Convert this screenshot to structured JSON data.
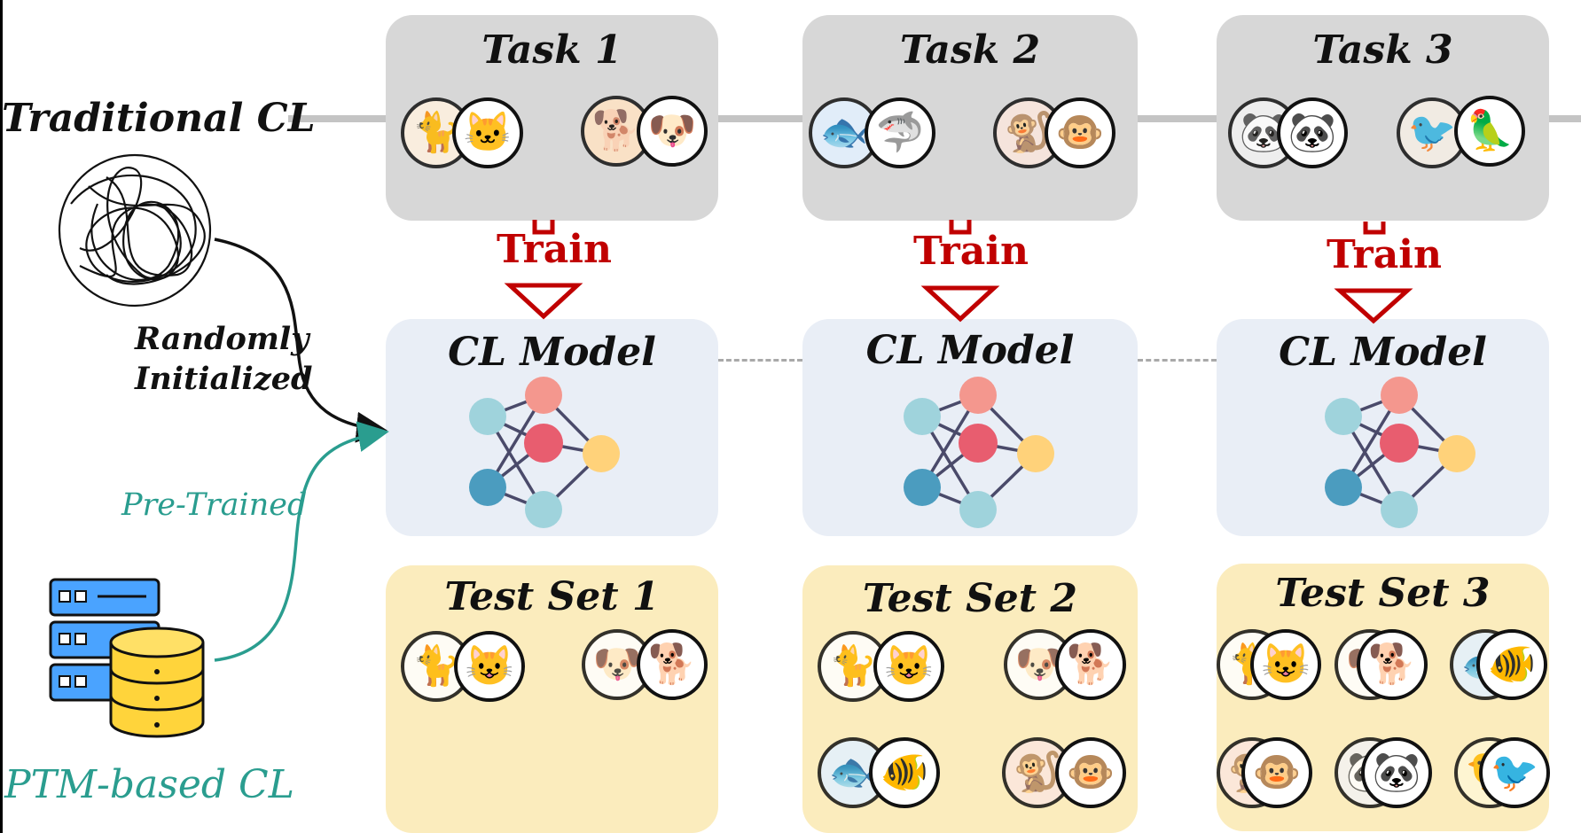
{
  "left_labels": {
    "traditional": "Traditional CL",
    "randomly_initialized_line1": "Randomly",
    "randomly_initialized_line2": "Initialized",
    "pre_trained": "Pre-Trained",
    "ptm_based": "PTM-based CL"
  },
  "tasks": [
    {
      "title": "Task 1",
      "train": "Train",
      "model": "CL Model",
      "test": "Test Set 1"
    },
    {
      "title": "Task 2",
      "train": "Train",
      "model": "CL Model",
      "test": "Test Set 2"
    },
    {
      "title": "Task 3",
      "train": "Train",
      "model": "CL Model",
      "test": "Test Set 3"
    }
  ],
  "colors": {
    "train_red": "#c00000",
    "pretrained_teal": "#2a9d8f",
    "task_gray": "#d7d7d7",
    "model_blue": "#e9eef6",
    "test_yellow": "#fbecbd"
  },
  "icons": {
    "task1": [
      "cat-icon",
      "cat-icon",
      "dog-icon",
      "dog-icon"
    ],
    "task2": [
      "fish-icon",
      "shark-icon",
      "monkey-icon",
      "monkey-icon"
    ],
    "task3": [
      "panda-icon",
      "panda-icon",
      "bird-icon",
      "parrot-icon"
    ]
  }
}
